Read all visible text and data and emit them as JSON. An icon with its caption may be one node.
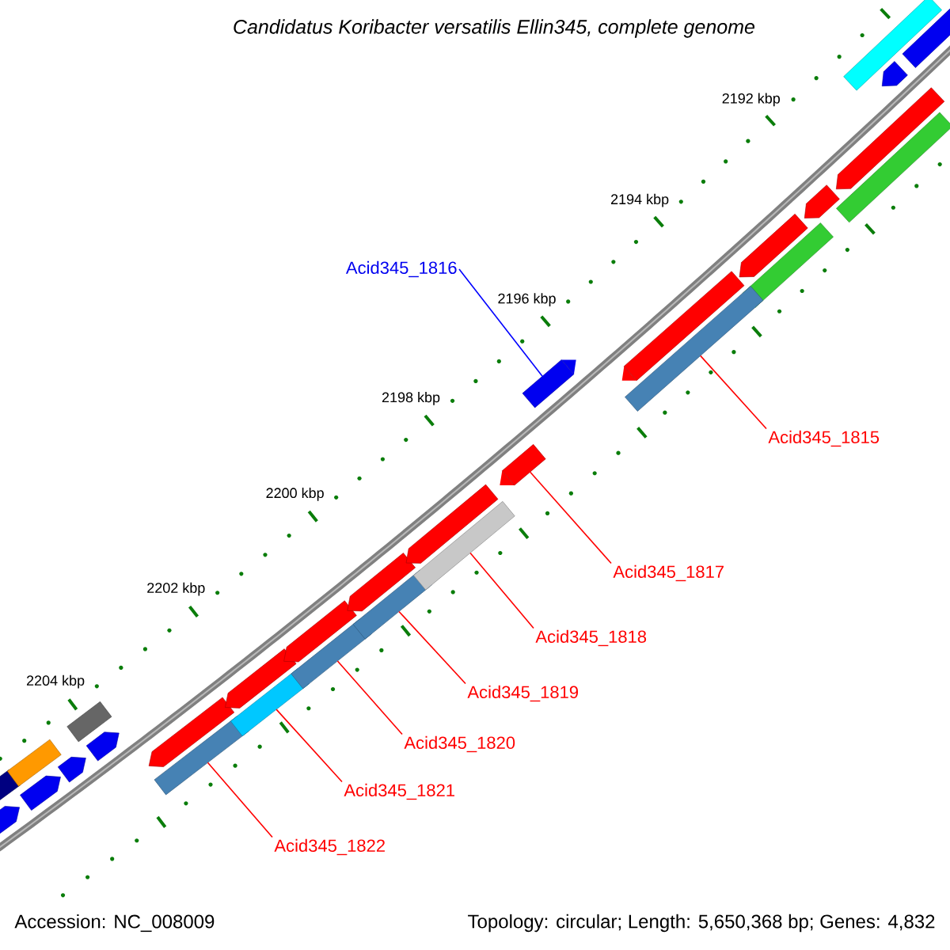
{
  "diagram": {
    "title": "Candidatus Koribacter versatilis Ellin345, complete genome",
    "nodes": [
      {
        "text": [
          "Acid345_1816"
        ]
      },
      {
        "text": [
          "Acid345_1815"
        ]
      },
      {
        "text": [
          "Acid345_1817"
        ]
      },
      {
        "text": [
          "Acid345_1818"
        ]
      },
      {
        "text": [
          "Acid345_1819"
        ]
      },
      {
        "text": [
          "Acid345_1820"
        ]
      },
      {
        "text": [
          "Acid345_1821"
        ]
      },
      {
        "text": [
          "Acid345_1822"
        ]
      },
      {
        "text": [],
        "shape": "bar"
      },
      {
        "text": [],
        "shape": "bar"
      },
      {
        "text": [],
        "shape": "bar"
      },
      {
        "text": [],
        "shape": "bar"
      },
      {
        "text": [],
        "shape": "bar"
      },
      {
        "text": [],
        "shape": "bar"
      },
      {
        "text": [],
        "shape": "bar"
      },
      {
        "text": [],
        "shape": "bar"
      },
      {
        "text": [],
        "shape": "bar"
      }
    ],
    "edges": [
      {
        "from": 0,
        "to": 14,
        "arrow": "none",
        "color": "#0000ff"
      },
      {
        "from": 1,
        "to": 15,
        "arrow": "none"
      },
      {
        "from": 2,
        "to": 13,
        "arrow": "none"
      },
      {
        "from": 3,
        "to": 12,
        "arrow": "none"
      },
      {
        "from": 4,
        "to": 11,
        "arrow": "none"
      },
      {
        "from": 5,
        "to": 10,
        "arrow": "none"
      },
      {
        "from": 6,
        "to": 9,
        "arrow": "none"
      },
      {
        "from": 7,
        "to": 8,
        "arrow": "none"
      }
    ],
    "labels": [
      "2192 kbp",
      "2194 kbp",
      "2196 kbp",
      "2198 kbp",
      "2200 kbp",
      "2202 kbp",
      "2204 kbp",
      "Accession: NC_008009",
      "Topology: circular; Length: 5,650,368 bp; Genes: 4,832"
    ]
  }
}
